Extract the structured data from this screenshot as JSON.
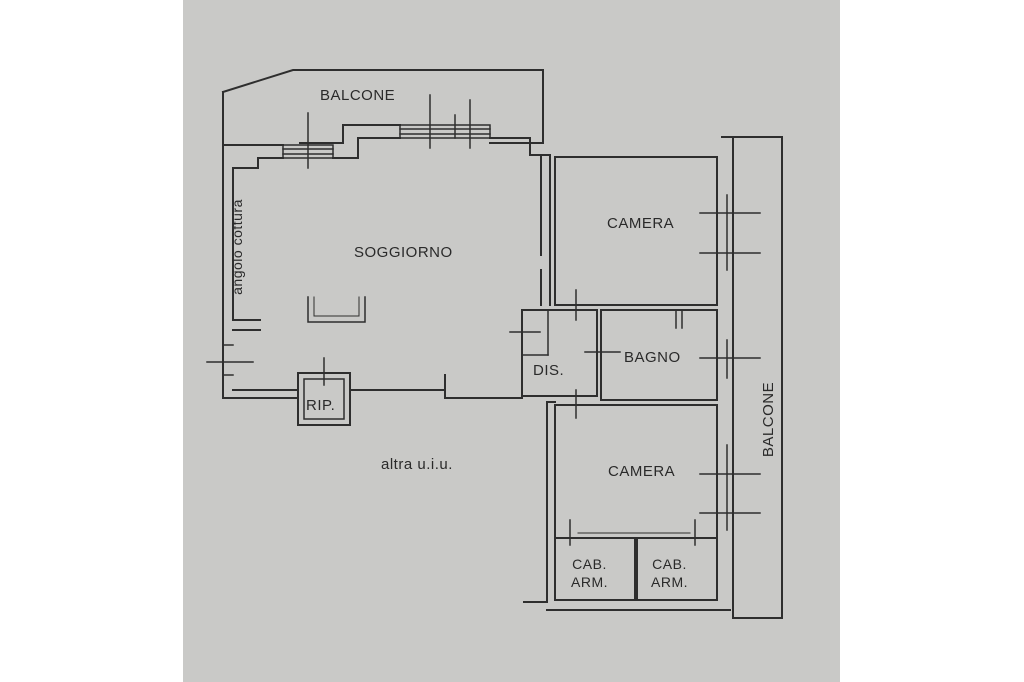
{
  "colors": {
    "sheet": "#c9c9c7",
    "wall": "#2e2e2e",
    "background": "#ffffff"
  },
  "labels": {
    "balcone_top": "BALCONE",
    "soggiorno": "SOGGIORNO",
    "angolo_cottura": "angolo cottura",
    "camera_top": "CAMERA",
    "dis": "DIS.",
    "bagno": "BAGNO",
    "rip": "RIP.",
    "altra_uiu": "altra u.i.u.",
    "camera_bottom": "CAMERA",
    "balcone_right": "BALCONE",
    "cab_arm_left": "CAB.\nARM.",
    "cab_arm_right": "CAB.\nARM."
  }
}
